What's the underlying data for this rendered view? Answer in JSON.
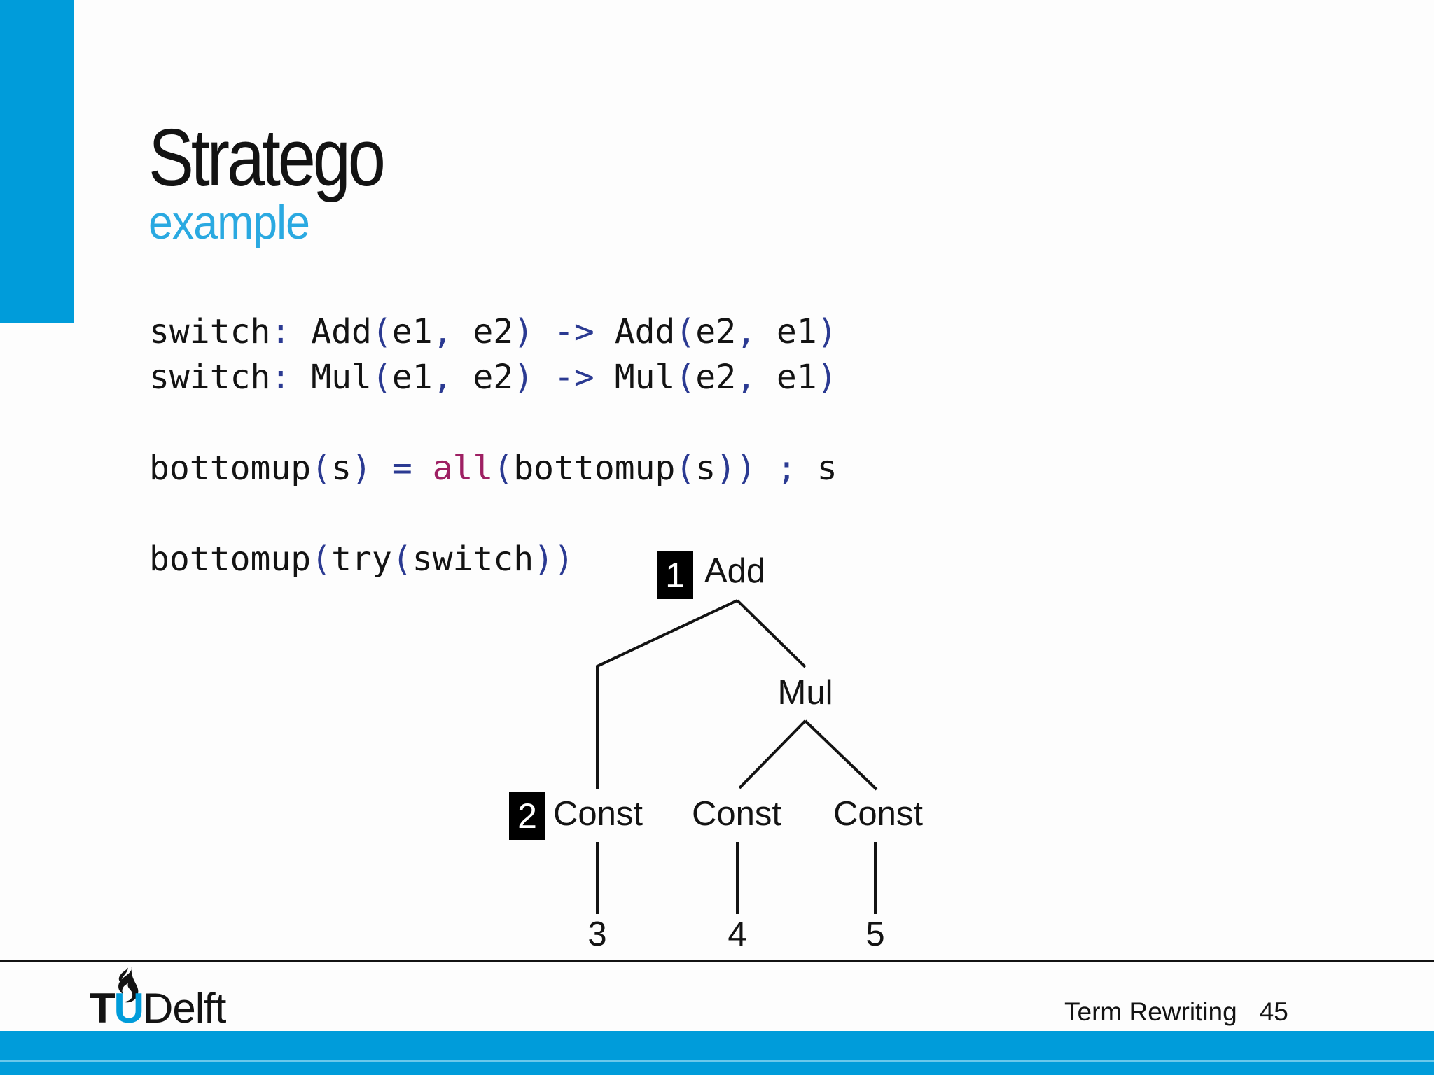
{
  "colors": {
    "accent": "#009cda",
    "subtitle": "#2aa9e1",
    "punct": "#2b3a92",
    "keyword": "#9e2063",
    "ink": "#131313"
  },
  "header": {
    "title": "Stratego",
    "subtitle": "example"
  },
  "code": {
    "lines": [
      [
        {
          "t": "switch",
          "c": "id"
        },
        {
          "t": ": ",
          "c": "p"
        },
        {
          "t": "Add",
          "c": "id"
        },
        {
          "t": "(",
          "c": "p"
        },
        {
          "t": "e1",
          "c": "id"
        },
        {
          "t": ", ",
          "c": "p"
        },
        {
          "t": "e2",
          "c": "id"
        },
        {
          "t": ")",
          "c": "p"
        },
        {
          "t": " ",
          "c": "id"
        },
        {
          "t": "->",
          "c": "p"
        },
        {
          "t": " Add",
          "c": "id"
        },
        {
          "t": "(",
          "c": "p"
        },
        {
          "t": "e2",
          "c": "id"
        },
        {
          "t": ", ",
          "c": "p"
        },
        {
          "t": "e1",
          "c": "id"
        },
        {
          "t": ")",
          "c": "p"
        }
      ],
      [
        {
          "t": "switch",
          "c": "id"
        },
        {
          "t": ": ",
          "c": "p"
        },
        {
          "t": "Mul",
          "c": "id"
        },
        {
          "t": "(",
          "c": "p"
        },
        {
          "t": "e1",
          "c": "id"
        },
        {
          "t": ", ",
          "c": "p"
        },
        {
          "t": "e2",
          "c": "id"
        },
        {
          "t": ")",
          "c": "p"
        },
        {
          "t": " ",
          "c": "id"
        },
        {
          "t": "->",
          "c": "p"
        },
        {
          "t": " Mul",
          "c": "id"
        },
        {
          "t": "(",
          "c": "p"
        },
        {
          "t": "e2",
          "c": "id"
        },
        {
          "t": ", ",
          "c": "p"
        },
        {
          "t": "e1",
          "c": "id"
        },
        {
          "t": ")",
          "c": "p"
        }
      ],
      [],
      [
        {
          "t": "bottomup",
          "c": "id"
        },
        {
          "t": "(",
          "c": "p"
        },
        {
          "t": "s",
          "c": "id"
        },
        {
          "t": ")",
          "c": "p"
        },
        {
          "t": " ",
          "c": "id"
        },
        {
          "t": "=",
          "c": "p"
        },
        {
          "t": " ",
          "c": "id"
        },
        {
          "t": "all",
          "c": "kw"
        },
        {
          "t": "(",
          "c": "p"
        },
        {
          "t": "bottomup",
          "c": "id"
        },
        {
          "t": "(",
          "c": "p"
        },
        {
          "t": "s",
          "c": "id"
        },
        {
          "t": "))",
          "c": "p"
        },
        {
          "t": " ",
          "c": "id"
        },
        {
          "t": ";",
          "c": "p"
        },
        {
          "t": " s",
          "c": "id"
        }
      ],
      [],
      [
        {
          "t": "bottomup",
          "c": "id"
        },
        {
          "t": "(",
          "c": "p"
        },
        {
          "t": "try",
          "c": "id"
        },
        {
          "t": "(",
          "c": "p"
        },
        {
          "t": "switch",
          "c": "id"
        },
        {
          "t": "))",
          "c": "p"
        }
      ]
    ]
  },
  "tree": {
    "root": {
      "badge": "1",
      "label": "Add"
    },
    "mul": {
      "label": "Mul"
    },
    "const_left": {
      "badge": "2",
      "label": "Const"
    },
    "const_mid": {
      "label": "Const"
    },
    "const_right": {
      "label": "Const"
    },
    "leaves": [
      "3",
      "4",
      "5"
    ]
  },
  "footer": {
    "logo": {
      "t": "T",
      "u": "U",
      "delft": "Delft"
    },
    "course": "Term Rewriting",
    "page_number": "45"
  }
}
